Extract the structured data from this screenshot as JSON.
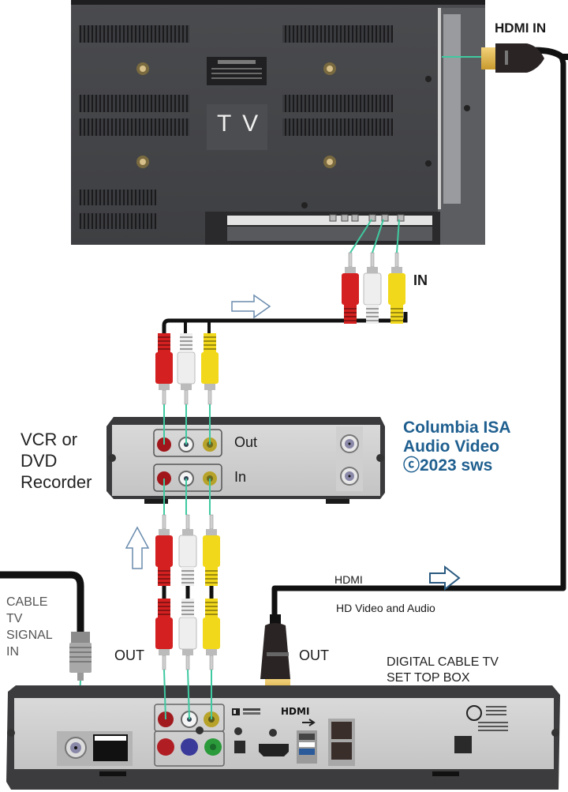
{
  "diagram": {
    "title": "TV, VCR/DVD Recorder and Digital Cable Box hookup",
    "tv": {
      "label": "T V"
    },
    "hdmi_in": {
      "label": "HDMI IN"
    },
    "tv_composite_in": {
      "label": "IN"
    },
    "recorder": {
      "label_lines": [
        "VCR or",
        "DVD",
        "Recorder"
      ],
      "out_label": "Out",
      "in_label": "In"
    },
    "credit": {
      "lines": [
        "Columbia ISA",
        "Audio Video",
        "ⓒ2023 sws"
      ],
      "color": "#1f5f8f"
    },
    "cable_signal": {
      "label_lines": [
        "CABLE",
        "TV",
        "SIGNAL",
        "IN"
      ]
    },
    "stb_composite_out": {
      "label": "OUT"
    },
    "stb_hdmi_out": {
      "label": "OUT"
    },
    "hdmi_cable": {
      "label": "HDMI",
      "sublabel": "HD Video and Audio"
    },
    "set_top_box": {
      "label_lines": [
        "DIGITAL CABLE TV",
        "SET TOP BOX"
      ]
    },
    "arrows": [
      {
        "name": "signal-flow-arrow-right-top",
        "direction": "right"
      },
      {
        "name": "signal-flow-arrow-up",
        "direction": "up"
      },
      {
        "name": "signal-flow-arrow-right-hdmi",
        "direction": "right"
      }
    ],
    "colors": {
      "rca_red": "#d42020",
      "rca_white": "#eeeeee",
      "rca_yellow": "#f2d81a",
      "guide_line": "#3fc9a0",
      "arrow_outline": "#2a5a80",
      "cable": "#111111"
    }
  }
}
